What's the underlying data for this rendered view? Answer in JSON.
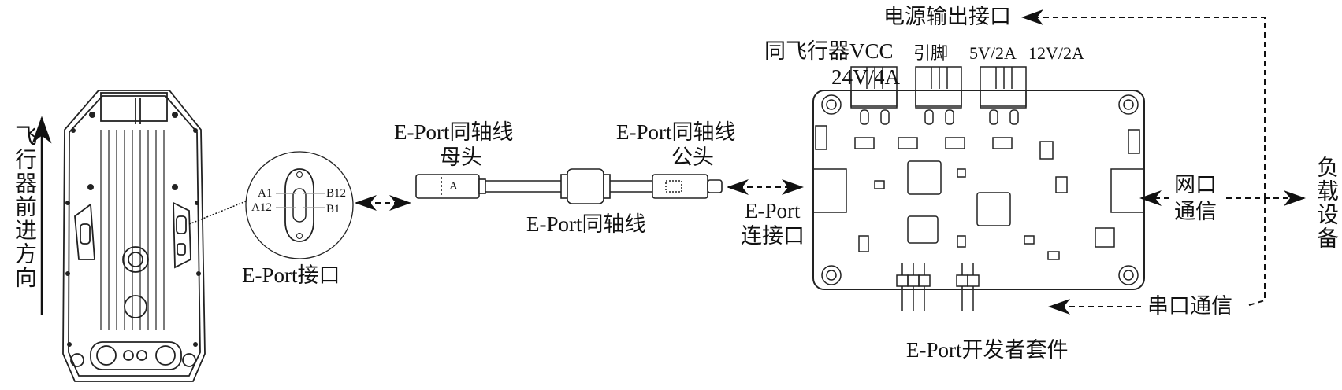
{
  "aircraft": {
    "direction_label": "飞行器前进方向"
  },
  "eport_interface": {
    "label": "E-Port接口",
    "pins": {
      "a1": "A1",
      "a12": "A12",
      "b12": "B12",
      "b1": "B1"
    }
  },
  "cable": {
    "female_label_line1": "E-Port同轴线",
    "female_label_line2": "母头",
    "female_marking": "A",
    "cable_label": "E-Port同轴线",
    "male_label_line1": "E-Port同轴线",
    "male_label_line2": "公头"
  },
  "kit": {
    "connector_label_line1": "E-Port",
    "connector_label_line2": "连接口",
    "power_output_label": "电源输出接口",
    "vcc_label_line1": "同飞行器VCC",
    "vcc_label_line2": "24V/4A",
    "pin_label": "引脚",
    "out5v_label": "5V/2A",
    "out12v_label": "12V/2A",
    "ethernet_label_line1": "网口",
    "ethernet_label_line2": "通信",
    "serial_label": "串口通信",
    "title": "E-Port开发者套件"
  },
  "payload": {
    "label": "负载设备"
  },
  "colors": {
    "line": "#111111",
    "background": "#ffffff"
  }
}
